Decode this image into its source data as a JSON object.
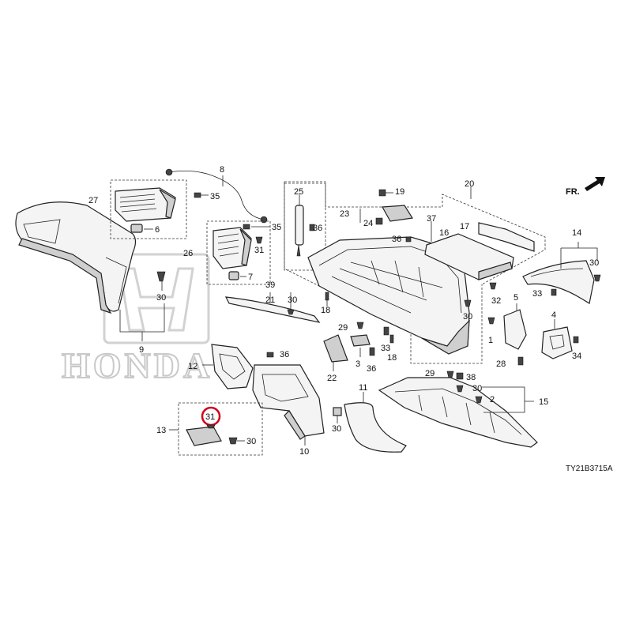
{
  "watermark": {
    "text": "HONDA"
  },
  "direction": {
    "label": "FR."
  },
  "diagram_code": "TY21B3715A",
  "highlight_color": "#d0021b",
  "labels": {
    "l1": "1",
    "l2": "2",
    "l3": "3",
    "l4": "4",
    "l5": "5",
    "l6": "6",
    "l7": "7",
    "l8": "8",
    "l9": "9",
    "l10": "10",
    "l11": "11",
    "l12": "12",
    "l13": "13",
    "l14": "14",
    "l15": "15",
    "l16": "16",
    "l17": "17",
    "l18a": "18",
    "l18b": "18",
    "l19": "19",
    "l20": "20",
    "l21": "21",
    "l22": "22",
    "l23": "23",
    "l24": "24",
    "l25": "25",
    "l26": "26",
    "l27": "27",
    "l28": "28",
    "l29a": "29",
    "l29b": "29",
    "l30a": "30",
    "l30b": "30",
    "l30c": "30",
    "l30d": "30",
    "l30e": "30",
    "l30f": "30",
    "l30g": "30",
    "l31a": "31",
    "l31b": "31",
    "l32": "32",
    "l33a": "33",
    "l33b": "33",
    "l34": "34",
    "l35a": "35",
    "l35b": "35",
    "l36a": "36",
    "l36b": "36",
    "l36c": "36",
    "l36d": "36",
    "l37": "37",
    "l38": "38",
    "l39": "39"
  }
}
